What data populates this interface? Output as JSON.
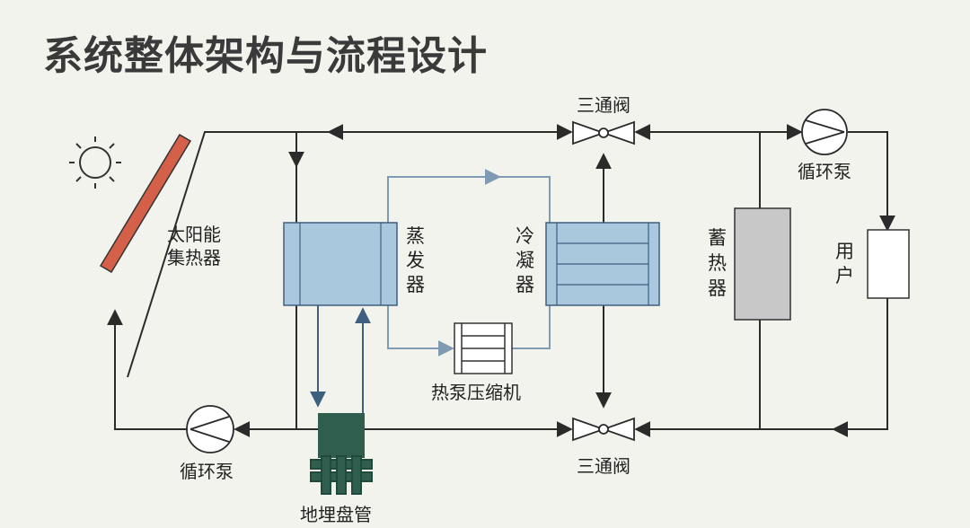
{
  "title": "系统整体架构与流程设计",
  "labels": {
    "solar_collector": [
      "太阳能",
      "集热器"
    ],
    "evaporator": [
      "蒸",
      "发",
      "器"
    ],
    "condenser": [
      "冷",
      "凝",
      "器"
    ],
    "heat_storage": [
      "蓄",
      "热",
      "器"
    ],
    "user": [
      "用",
      "户"
    ],
    "compressor": "热泵压缩机",
    "ground_coil": "地埋盘管",
    "valve_top": "三通阀",
    "valve_bottom": "三通阀",
    "pump_top": "循环泵",
    "pump_bottom": "循环泵"
  },
  "colors": {
    "pipe": "#2b2b2b",
    "heat_pump_loop": "#7f9ab1",
    "exchanger_fill": "#a9c8de",
    "collector": "#d4604a",
    "storage": "#c8c8c8",
    "ground_coil": "#2f5e4f"
  },
  "icons": [
    "sun-icon",
    "pump-icon",
    "valve-icon"
  ]
}
